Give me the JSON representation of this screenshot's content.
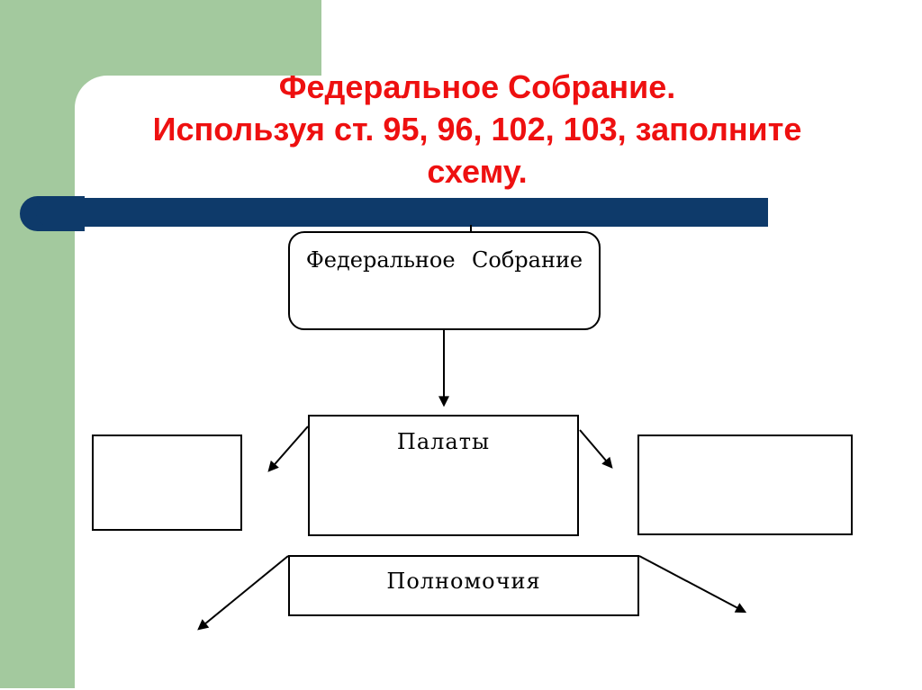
{
  "theme": {
    "accent-green": "#a3c99e",
    "bar-navy": "#0e3a6a",
    "title-red": "#ee1010",
    "line-black": "#000000"
  },
  "title": {
    "lines": [
      "Федеральное Собрание.",
      "Используя ст. 95, 96, 102, 103, заполните",
      "схему."
    ]
  },
  "diagram": {
    "federal_assembly_label": "Федеральное Собрание",
    "chambers_label": "Палаты",
    "powers_label": "Полномочия",
    "left_blank_label": "",
    "right_blank_label": ""
  }
}
